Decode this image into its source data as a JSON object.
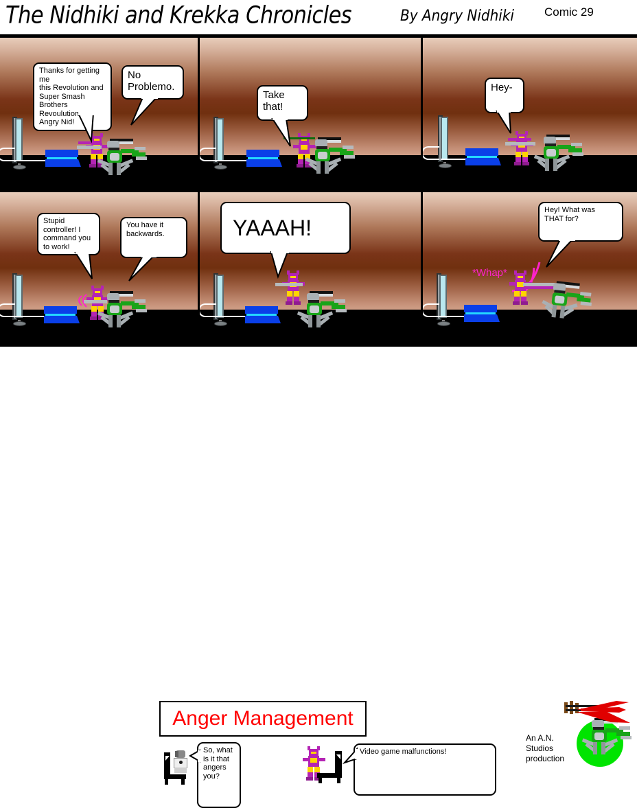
{
  "header": {
    "title": "The Nidhiki and Krekka Chronicles",
    "author": "By Angry Nidhiki",
    "comic_number": "Comic 29"
  },
  "panels": [
    {
      "id": "panel-1",
      "row": 1,
      "bubbles": [
        {
          "name": "bubble-thanks",
          "text": "Thanks for getting me\nthis Revolution and\nSuper Smash\nBrothers Revoulution,\nAngry Nid!"
        },
        {
          "name": "bubble-no-problemo",
          "text": "No\nProblemo."
        }
      ]
    },
    {
      "id": "panel-2",
      "row": 1,
      "bubbles": [
        {
          "name": "bubble-take-that",
          "text": "Take that!"
        }
      ]
    },
    {
      "id": "panel-3",
      "row": 1,
      "bubbles": [
        {
          "name": "bubble-hey",
          "text": "Hey-"
        }
      ]
    },
    {
      "id": "panel-4",
      "row": 2,
      "bubbles": [
        {
          "name": "bubble-stupid-controller",
          "text": "Stupid\ncontroller!  I\ncommand you\nto work!"
        },
        {
          "name": "bubble-backwards",
          "text": "You have it\nbackwards."
        }
      ]
    },
    {
      "id": "panel-5",
      "row": 2,
      "bubbles": [
        {
          "name": "bubble-yaaah",
          "text": "YAAAH!"
        }
      ]
    },
    {
      "id": "panel-6",
      "row": 2,
      "sfx": "*Whap*",
      "bubbles": [
        {
          "name": "bubble-what-was-that-for",
          "text": "Hey!  What was\nTHAT for?"
        }
      ]
    }
  ],
  "bottom": {
    "title": "Anger Management",
    "bubbles": [
      {
        "name": "bubble-so-what-angers",
        "text": "So, what\nis it that\nangers\nyou?"
      },
      {
        "name": "bubble-video-game-malfunctions",
        "text": "Video game malfunctions!"
      }
    ],
    "logo_caption": "An A.N.\nStudios\nproduction"
  },
  "colors": {
    "title_red": "#ff0000",
    "sfx_pink": "#ff22cc",
    "bubble_fill": "#ffffff",
    "bubble_stroke": "#000000",
    "floor": "#000000",
    "console_blue": "#0a3fe8",
    "nidhiki_purple": "#b424b4",
    "nidhiki_yellow": "#ffd400",
    "krekka_green": "#19a419",
    "logo_green": "#00e400",
    "logo_red": "#e00000"
  }
}
